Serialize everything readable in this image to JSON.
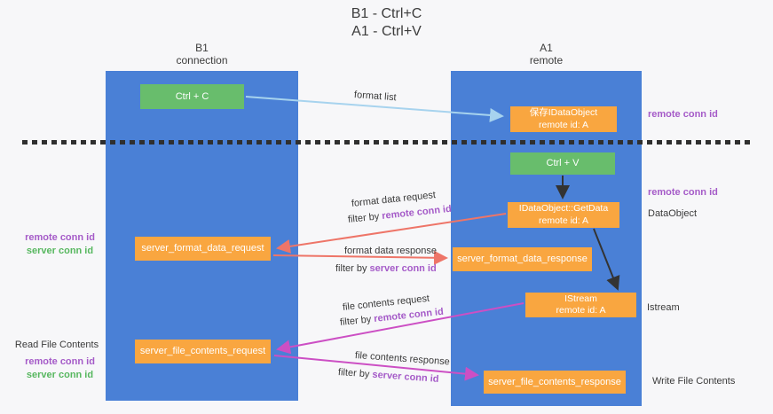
{
  "title": {
    "line1": "B1 - Ctrl+C",
    "line2": "A1 - Ctrl+V"
  },
  "lanes": {
    "b1": {
      "title": "B1",
      "subtitle": "connection"
    },
    "a1": {
      "title": "A1",
      "subtitle": "remote"
    }
  },
  "nodes": {
    "ctrl_c": {
      "label": "Ctrl + C"
    },
    "save_idataobject": {
      "line1": "保存IDataObject",
      "line2": "remote id: A"
    },
    "ctrl_v": {
      "label": "Ctrl + V"
    },
    "getdata": {
      "line1": "IDataObject::GetData",
      "line2": "remote id: A"
    },
    "server_format_data_request": {
      "label": "server_format_data_request"
    },
    "server_format_data_response": {
      "label": "server_format_data_response"
    },
    "istream": {
      "line1": "IStream",
      "line2": "remote id: A"
    },
    "server_file_contents_request": {
      "label": "server_file_contents_request"
    },
    "server_file_contents_response": {
      "label": "server_file_contents_response"
    }
  },
  "arrows": {
    "format_list": {
      "label": "format list"
    },
    "format_data_request": {
      "label": "format data request",
      "filter_prefix": "filter by ",
      "filter_key": "remote conn id"
    },
    "format_data_response": {
      "label": "format data response",
      "filter_prefix": "filter by ",
      "filter_key": "server conn id"
    },
    "file_contents_request": {
      "label": "file contents request",
      "filter_prefix": "filter by ",
      "filter_key": "remote conn id"
    },
    "file_contents_response": {
      "label": "file contents response",
      "filter_prefix": "filter by ",
      "filter_key": "server conn id"
    }
  },
  "side_labels": {
    "right_remote_conn_top": "remote conn id",
    "right_remote_conn_mid": "remote conn id",
    "right_dataobject": "DataObject",
    "right_istream": "Istream",
    "right_write_file": "Write File Contents",
    "left_remote_conn_mid": "remote conn id",
    "left_server_conn_mid": "server conn id",
    "left_read_file": "Read File Contents",
    "left_remote_conn_bottom": "remote conn id",
    "left_server_conn_bottom": "server conn id"
  },
  "colors": {
    "lane_blue": "#4a80d6",
    "box_green": "#68bd6c",
    "box_orange": "#f9a640",
    "arrow_light_blue": "#a7d3ee",
    "arrow_red": "#ee7568",
    "arrow_magenta": "#cc4fc4",
    "arrow_black": "#333333",
    "label_purple": "#a55bc8",
    "label_green": "#57b75f",
    "separator_black": "#2f2f2f"
  }
}
